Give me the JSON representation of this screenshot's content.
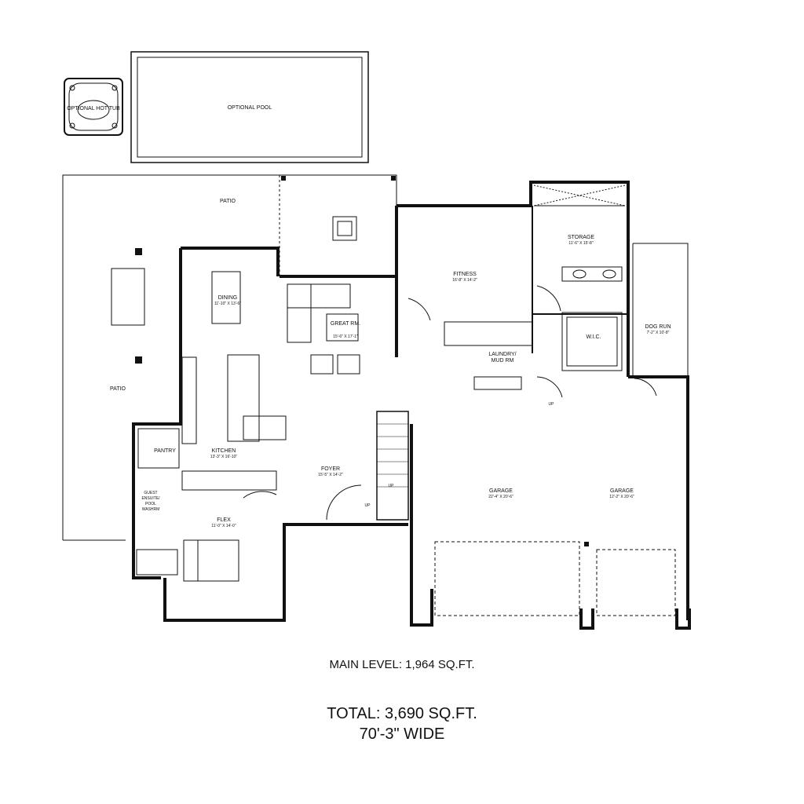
{
  "rooms": {
    "hot_tub": {
      "label": "OPTIONAL HOT TUB",
      "dim": ""
    },
    "pool": {
      "label": "OPTIONAL POOL",
      "dim": ""
    },
    "patio_top": {
      "label": "PATIO",
      "dim": ""
    },
    "patio_left": {
      "label": "PATIO",
      "dim": ""
    },
    "fitness": {
      "label": "FITNESS",
      "dim": "16'-8\" X 14'-2\""
    },
    "storage": {
      "label": "STORAGE",
      "dim": "11'-6\" X 15'-8\""
    },
    "dining": {
      "label": "DINING",
      "dim": "11'-10\" X 13'-6\""
    },
    "great_rm": {
      "label": "GREAT RM.",
      "dim": "15'-6\" X 17'-1\""
    },
    "wic": {
      "label": "W.I.C.",
      "dim": ""
    },
    "dog_run": {
      "label": "DOG RUN",
      "dim": "7'-2\" X 10'-8\""
    },
    "laundry": {
      "label": "LAUNDRY/",
      "label2": "MUD RM",
      "dim": ""
    },
    "pantry": {
      "label": "PANTRY",
      "dim": ""
    },
    "kitchen": {
      "label": "KITCHEN",
      "dim": "13'-3\" X 16'-10\""
    },
    "foyer": {
      "label": "FOYER",
      "dim": "15'-5\" X 14'-2\""
    },
    "garage_left": {
      "label": "GARAGE",
      "dim": "22'-4\" X 20'-6\""
    },
    "garage_right": {
      "label": "GARAGE",
      "dim": "12'-2\" X 20'-6\""
    },
    "guest": {
      "l1": "GUEST",
      "l2": "ENSUITE/",
      "l3": "POOL",
      "l4": "WASHRM"
    },
    "flex": {
      "label": "FLEX",
      "dim": "11'-0\" X 14'-0\""
    },
    "up1": "UP",
    "up2": "UP",
    "up3": "UP"
  },
  "captions": {
    "main_level": "MAIN LEVEL: 1,964 SQ.FT.",
    "total": "TOTAL: 3,690 SQ.FT.",
    "wide": "70'-3\" WIDE"
  }
}
